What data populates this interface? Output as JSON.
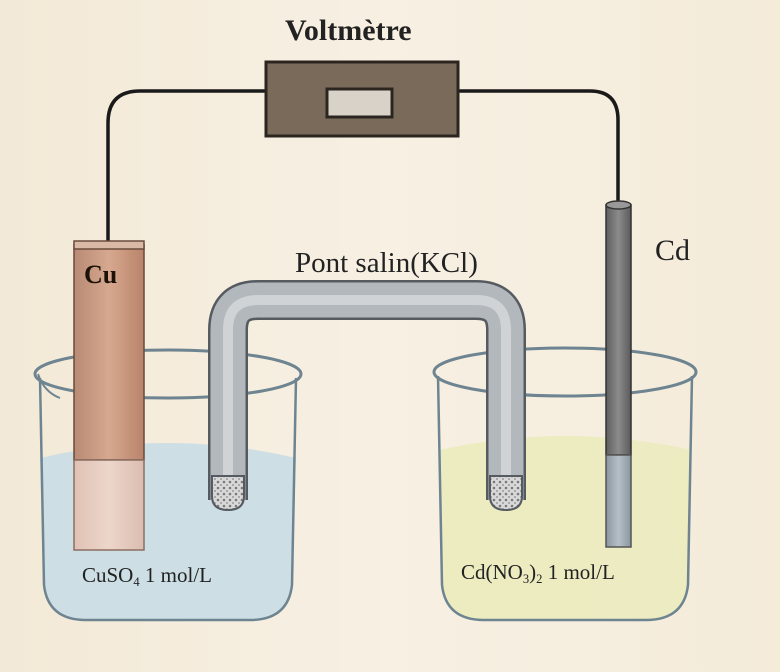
{
  "labels": {
    "voltmeter": "Voltmètre",
    "copper": "Cu",
    "cadmium": "Cd",
    "salt_bridge": "Pont salin(KCl)",
    "left_solution": {
      "formula_main": "CuSO",
      "formula_sub": "4",
      "concentration": " 1 mol/L"
    },
    "right_solution": {
      "formula_main": "Cd(NO",
      "formula_sub1": "3",
      "formula_mid": ")",
      "formula_sub2": "2",
      "concentration": " 1 mol/L"
    }
  },
  "colors": {
    "wire": "#1a1a1a",
    "voltmeter_body": "#7a6a5a",
    "copper": "#c89070",
    "cadmium": "#707070",
    "left_solution": "#c9dde6",
    "right_solution": "#ecebbf",
    "salt_bridge": "#a6acb2"
  }
}
